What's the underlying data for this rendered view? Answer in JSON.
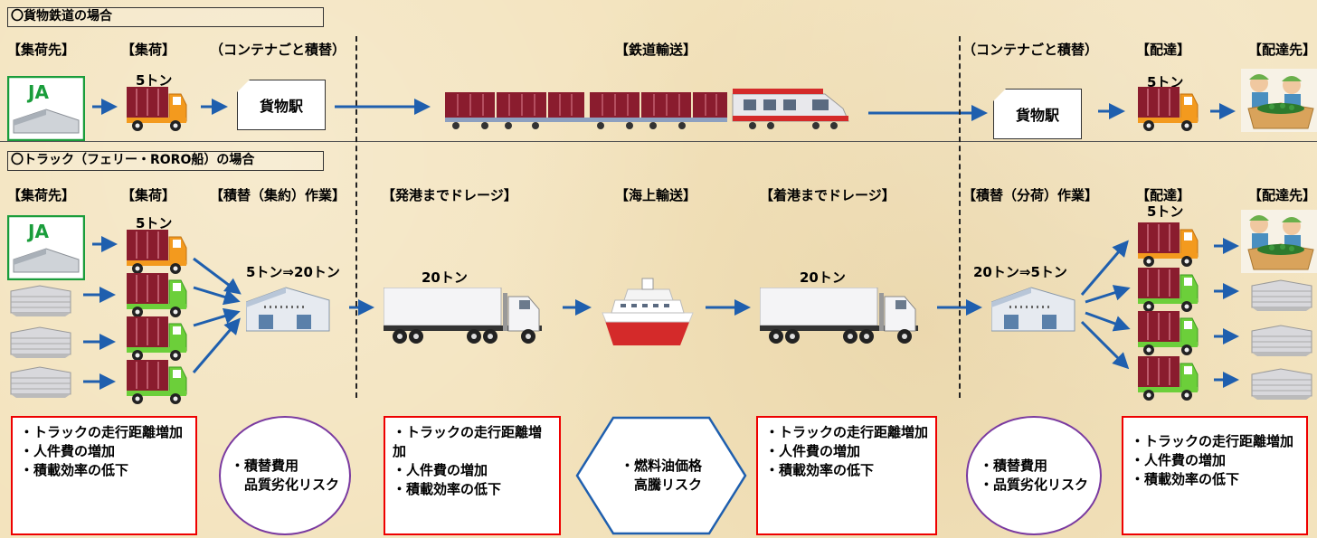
{
  "rail": {
    "section_title": "〇貨物鉄道の場合",
    "headers": {
      "origin": "【集荷先】",
      "pickup": "【集荷】",
      "transfer_out": "（コンテナごと積替）",
      "main": "【鉄道輸送】",
      "transfer_in": "（コンテナごと積替）",
      "delivery": "【配達】",
      "destination": "【配達先】"
    },
    "truck_load_pickup": "5トン",
    "truck_load_delivery": "5トン",
    "station_from": "貨物駅",
    "station_to": "貨物駅"
  },
  "truck": {
    "section_title": "〇トラック（フェリー・RORO船）の場合",
    "headers": {
      "origin": "【集荷先】",
      "pickup": "【集荷】",
      "consolidate": "【積替（集約）作業】",
      "drayage_out": "【発港までドレージ】",
      "sea": "【海上輸送】",
      "drayage_in": "【着港までドレージ】",
      "split": "【積替（分荷）作業】",
      "delivery": "【配達】",
      "destination": "【配達先】"
    },
    "pickup_load": "5トン",
    "consolidate_load": "5トン⇒20トン",
    "trailer_load_out": "20トン",
    "trailer_load_in": "20トン",
    "split_load": "20トン⇒5トン",
    "delivery_load": "5トン"
  },
  "issues": {
    "pickup_issues": [
      "・トラックの走行距離増加",
      "・人件費の増加",
      "・積載効率の低下"
    ],
    "consolidate_issues": [
      "・積替費用",
      "　品質劣化リスク"
    ],
    "drayage_out_issues": [
      "・トラックの走行距離増加",
      "・人件費の増加",
      "・積載効率の低下"
    ],
    "sea_issues": [
      "・燃料油価格",
      "　高騰リスク"
    ],
    "drayage_in_issues": [
      "・トラックの走行距離増加",
      "・人件費の増加",
      "・積載効率の低下"
    ],
    "split_issues": [
      "・積替費用",
      "・品質劣化リスク"
    ],
    "delivery_issues": [
      "・トラックの走行距離増加",
      "・人件費の増加",
      "・積載効率の低下"
    ]
  },
  "colors": {
    "arrow": "#1f5fae",
    "container": "#8a1c2e",
    "truck_orange": "#f39a1e",
    "truck_green": "#6ccf3a",
    "issue_red": "#e00000",
    "issue_purple": "#7a3aa0",
    "issue_blue": "#1f5fae",
    "ja_green": "#1a9d3b"
  },
  "icons": [
    "ja-logo-icon",
    "warehouse-icon",
    "building-icon",
    "truck-icon",
    "freight-train-icon",
    "trailer-truck-icon",
    "ship-icon",
    "farmer-icon",
    "arrow-icon"
  ]
}
